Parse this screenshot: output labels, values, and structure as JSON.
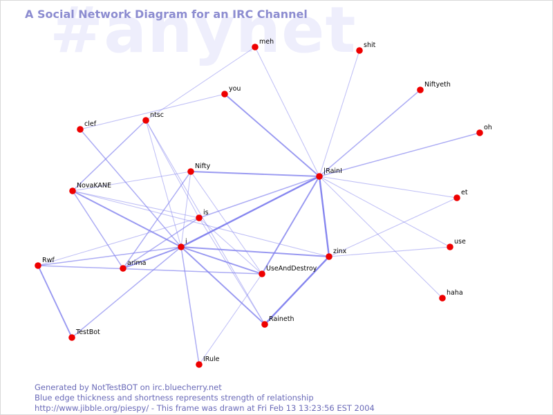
{
  "watermark": "#anynet",
  "title": "A Social Network Diagram for an IRC Channel",
  "colors": {
    "edge": "#8080ee",
    "node": "#ee0000",
    "title": "#8c8cd0",
    "watermark": "#eeeefc",
    "footer": "#6a6ab8"
  },
  "nodes": [
    {
      "id": "meh",
      "label": "meh"
    },
    {
      "id": "shit",
      "label": "shit"
    },
    {
      "id": "Niftyeth",
      "label": "Niftyeth"
    },
    {
      "id": "you",
      "label": "you"
    },
    {
      "id": "oh",
      "label": "oh"
    },
    {
      "id": "clef",
      "label": "clef"
    },
    {
      "id": "ntsc",
      "label": "ntsc"
    },
    {
      "id": "Nifty",
      "label": "Nifty"
    },
    {
      "id": "Rain",
      "label": "|RainI"
    },
    {
      "id": "NovaKANE",
      "label": "NovaKANE"
    },
    {
      "id": "et",
      "label": "et"
    },
    {
      "id": "is",
      "label": "is"
    },
    {
      "id": "use",
      "label": "use"
    },
    {
      "id": "i",
      "label": "i"
    },
    {
      "id": "zinx",
      "label": "zinx"
    },
    {
      "id": "Rwf",
      "label": "Rwf"
    },
    {
      "id": "arima",
      "label": "arima"
    },
    {
      "id": "UseAndDestroy",
      "label": "UseAndDestroy"
    },
    {
      "id": "haha",
      "label": "haha"
    },
    {
      "id": "Raineth",
      "label": "Raineth"
    },
    {
      "id": "TestBot",
      "label": "TestBot"
    },
    {
      "id": "IRule",
      "label": "IRule"
    }
  ],
  "edges": [
    {
      "source": "meh",
      "target": "ntsc",
      "strength": 1
    },
    {
      "source": "meh",
      "target": "Rain",
      "strength": 1
    },
    {
      "source": "shit",
      "target": "Rain",
      "strength": 1
    },
    {
      "source": "Niftyeth",
      "target": "Rain",
      "strength": 2
    },
    {
      "source": "oh",
      "target": "Rain",
      "strength": 2
    },
    {
      "source": "you",
      "target": "Rain",
      "strength": 3
    },
    {
      "source": "you",
      "target": "clef",
      "strength": 1
    },
    {
      "source": "ntsc",
      "target": "NovaKANE",
      "strength": 2
    },
    {
      "source": "ntsc",
      "target": "i",
      "strength": 1
    },
    {
      "source": "ntsc",
      "target": "is",
      "strength": 1
    },
    {
      "source": "ntsc",
      "target": "Raineth",
      "strength": 1
    },
    {
      "source": "clef",
      "target": "i",
      "strength": 2
    },
    {
      "source": "Nifty",
      "target": "Rain",
      "strength": 3
    },
    {
      "source": "Nifty",
      "target": "NovaKANE",
      "strength": 1
    },
    {
      "source": "Nifty",
      "target": "arima",
      "strength": 2
    },
    {
      "source": "Nifty",
      "target": "UseAndDestroy",
      "strength": 1
    },
    {
      "source": "Nifty",
      "target": "i",
      "strength": 1
    },
    {
      "source": "Rain",
      "target": "i",
      "strength": 4
    },
    {
      "source": "Rain",
      "target": "is",
      "strength": 2
    },
    {
      "source": "Rain",
      "target": "zinx",
      "strength": 4
    },
    {
      "source": "Rain",
      "target": "UseAndDestroy",
      "strength": 3
    },
    {
      "source": "Rain",
      "target": "et",
      "strength": 1
    },
    {
      "source": "Rain",
      "target": "use",
      "strength": 1
    },
    {
      "source": "Rain",
      "target": "haha",
      "strength": 1
    },
    {
      "source": "NovaKANE",
      "target": "i",
      "strength": 3
    },
    {
      "source": "NovaKANE",
      "target": "is",
      "strength": 1
    },
    {
      "source": "NovaKANE",
      "target": "arima",
      "strength": 2
    },
    {
      "source": "NovaKANE",
      "target": "zinx",
      "strength": 1
    },
    {
      "source": "is",
      "target": "Rwf",
      "strength": 1
    },
    {
      "source": "is",
      "target": "arima",
      "strength": 2
    },
    {
      "source": "is",
      "target": "UseAndDestroy",
      "strength": 1
    },
    {
      "source": "is",
      "target": "Raineth",
      "strength": 1
    },
    {
      "source": "i",
      "target": "Rwf",
      "strength": 2
    },
    {
      "source": "i",
      "target": "arima",
      "strength": 3
    },
    {
      "source": "i",
      "target": "zinx",
      "strength": 3
    },
    {
      "source": "i",
      "target": "UseAndDestroy",
      "strength": 3
    },
    {
      "source": "i",
      "target": "Raineth",
      "strength": 3
    },
    {
      "source": "i",
      "target": "TestBot",
      "strength": 2
    },
    {
      "source": "i",
      "target": "IRule",
      "strength": 2
    },
    {
      "source": "zinx",
      "target": "et",
      "strength": 1
    },
    {
      "source": "zinx",
      "target": "use",
      "strength": 1
    },
    {
      "source": "zinx",
      "target": "Raineth",
      "strength": 4
    },
    {
      "source": "Rwf",
      "target": "UseAndDestroy",
      "strength": 2
    },
    {
      "source": "Rwf",
      "target": "TestBot",
      "strength": 3
    },
    {
      "source": "UseAndDestroy",
      "target": "IRule",
      "strength": 1
    }
  ],
  "footer": {
    "line1": "Generated by NotTestBOT on irc.bluecherry.net",
    "line2": "Blue edge thickness and shortness represents strength of relationship",
    "line3": "http://www.jibble.org/piespy/ - This frame was drawn at Fri Feb 13 13:23:56 EST 2004"
  }
}
